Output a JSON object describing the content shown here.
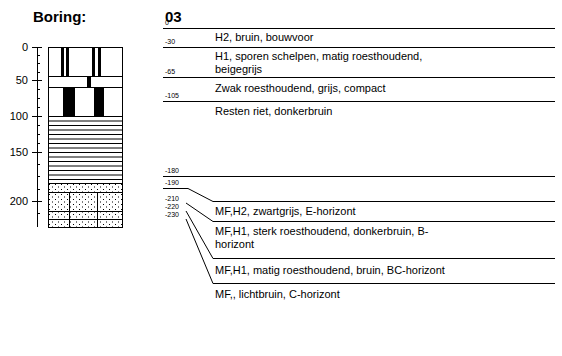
{
  "diagram": {
    "title": "Boring:",
    "labels": [
      "03",
      "0",
      "50",
      "100",
      "150",
      "200",
      "0",
      "-30",
      "-65",
      "-105",
      "-180",
      "-190",
      "-210",
      "-220",
      "-230",
      "H2, bruin, bouwvoor",
      "H1, sporen schelpen, matig roesthoudend, beigegrijs",
      "Zwak roesthoudend, grijs, compact",
      "Resten riet, donkerbruin",
      "MF,H2, zwartgrijs, E-horizont",
      "MF,H1, sterk roesthoudend, donkerbruin, B-horizont",
      "MF,H1, matig roesthoudend, bruin, BC-horizont",
      "MF,, lichtbruin, C-horizont"
    ]
  }
}
